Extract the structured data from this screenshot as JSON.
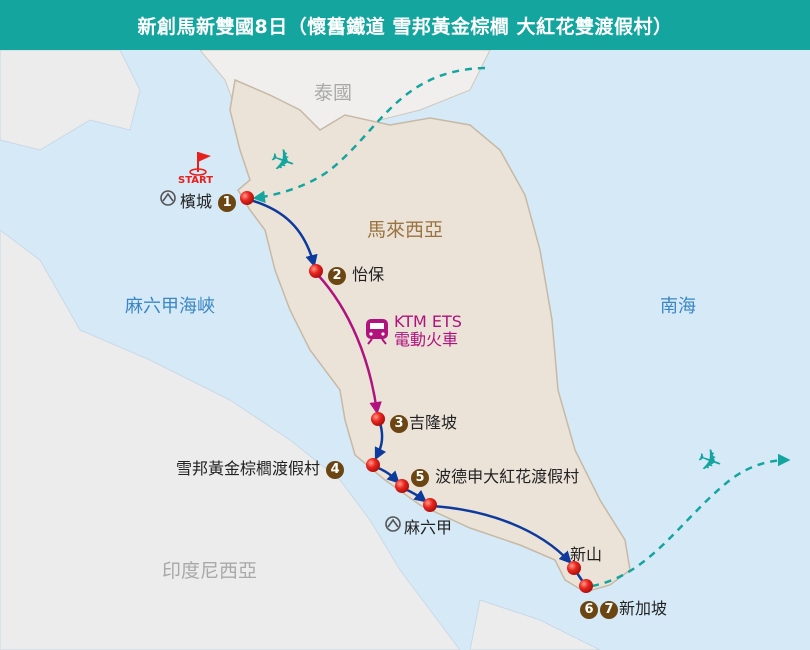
{
  "title": "新創馬新雙國8日（懷舊鐵道 雪邦黃金棕櫚 大紅花雙渡假村）",
  "countries": {
    "thailand": "泰國",
    "malaysia": "馬來西亞",
    "indonesia": "印度尼西亞"
  },
  "seas": {
    "malacca_strait": "麻六甲海峽",
    "south_china_sea": "南海"
  },
  "start_label": "START",
  "train": {
    "line1": "KTM ETS",
    "line2": "電動火車"
  },
  "stops": [
    {
      "num": "1",
      "name": "檳城"
    },
    {
      "num": "2",
      "name": "怡保"
    },
    {
      "num": "3",
      "name": "吉隆坡"
    },
    {
      "num": "4",
      "name": "雪邦黃金棕櫚渡假村"
    },
    {
      "num": "5",
      "name": "波德申大紅花渡假村"
    },
    {
      "num": "",
      "name": "麻六甲"
    },
    {
      "num": "",
      "name": "新山"
    },
    {
      "num": "6",
      "num2": "7",
      "name": "新加坡"
    }
  ],
  "colors": {
    "header": "#14a59f",
    "route": "#0d3a9c",
    "train": "#b0127e",
    "flight": "#14a59f",
    "land": "#ebe3d8",
    "sea": "#d6e9f7"
  }
}
